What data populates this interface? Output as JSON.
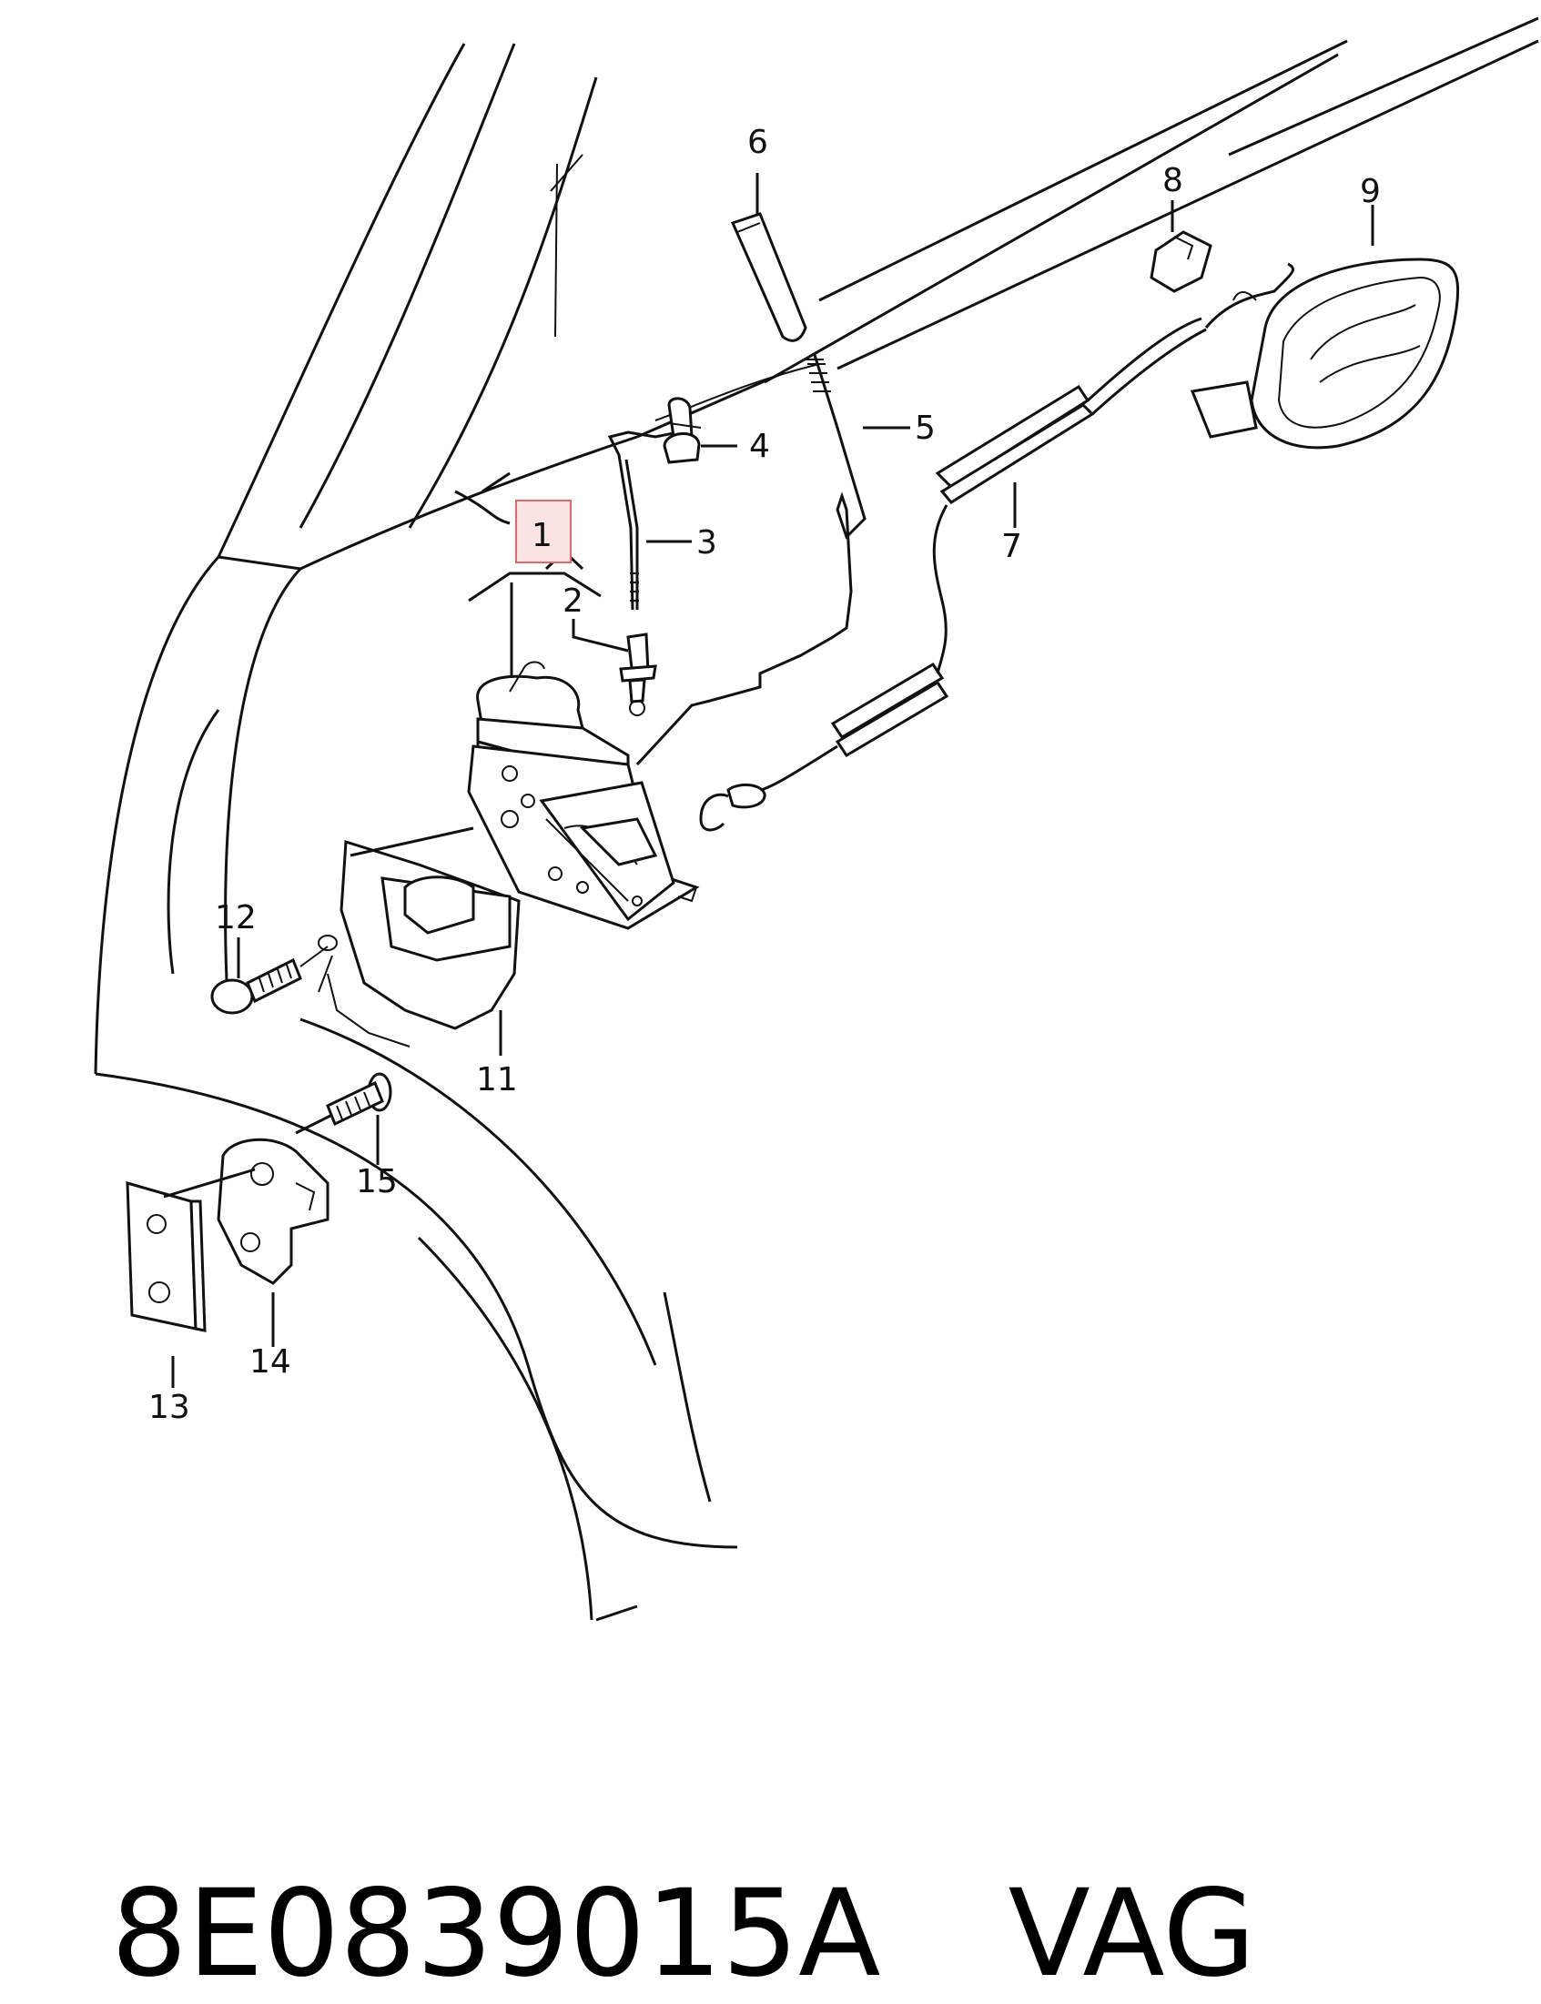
{
  "callouts": {
    "c1": "1",
    "c2": "2",
    "c3": "3",
    "c4": "4",
    "c5": "5",
    "c6": "6",
    "c7": "7",
    "c8": "8",
    "c9": "9",
    "c11": "11",
    "c12": "12",
    "c13": "13",
    "c14": "14",
    "c15": "15"
  },
  "highlighted_part": "1",
  "footer": {
    "part_number": "8E0839015A",
    "brand": "VAG"
  },
  "colors": {
    "line": "#111111",
    "highlight_fill": "#fbe3e3",
    "highlight_border": "#e06a6a"
  }
}
